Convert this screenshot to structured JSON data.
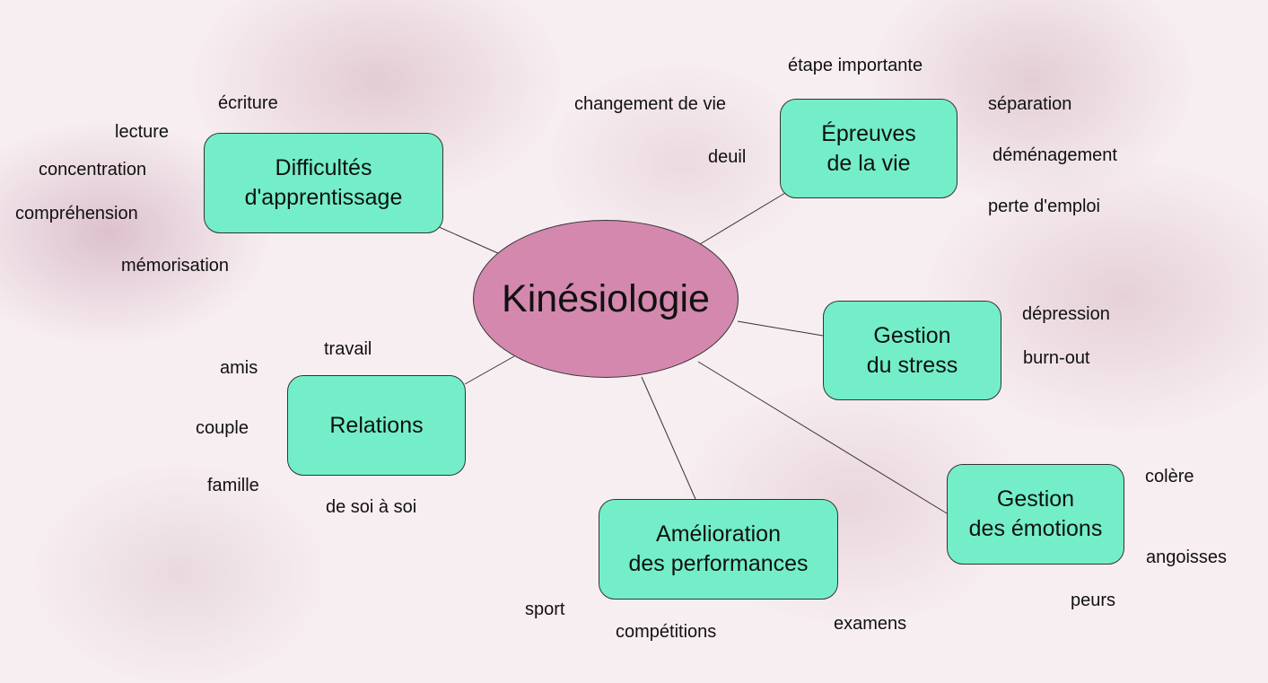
{
  "center": "Kinésiologie",
  "nodes": {
    "apprentissage": "Difficultés\nd'apprentissage",
    "epreuves": "Épreuves\nde la vie",
    "stress": "Gestion\ndu stress",
    "emotions": "Gestion\ndes émotions",
    "performances": "Amélioration\ndes performances",
    "relations": "Relations"
  },
  "words": {
    "apprentissage": [
      "écriture",
      "lecture",
      "concentration",
      "compréhension",
      "mémorisation"
    ],
    "epreuves": [
      "étape importante",
      "changement de vie",
      "deuil",
      "séparation",
      "déménagement",
      "perte d'emploi"
    ],
    "stress": [
      "dépression",
      "burn-out"
    ],
    "emotions": [
      "colère",
      "angoisses",
      "peurs"
    ],
    "performances": [
      "sport",
      "compétitions",
      "examens"
    ],
    "relations": [
      "travail",
      "amis",
      "couple",
      "famille",
      "de soi à soi"
    ]
  },
  "colors": {
    "center": "#d488ae",
    "node": "#73eec9"
  }
}
